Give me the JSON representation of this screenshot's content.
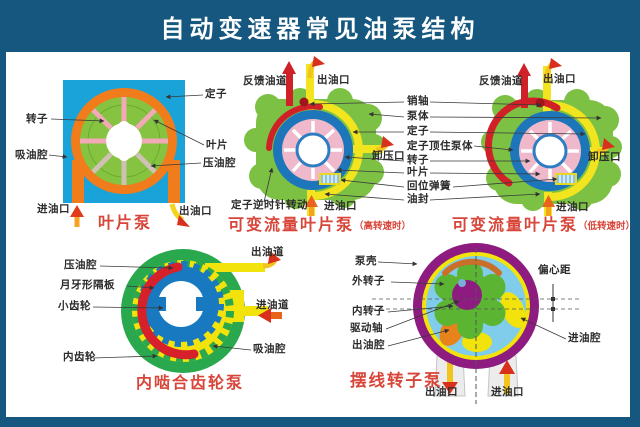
{
  "title": "自动变速器常见油泵结构",
  "colors": {
    "frame_blue": "#15577f",
    "caption_red": "#d8463a",
    "vane_bg_blue": "#1aa3d8",
    "stator_orange": "#f07c1c",
    "rotor_green": "#85c340",
    "body_green": "#7cc143",
    "ring_blue": "#1d76ba",
    "rotor_pink": "#f0b9cb",
    "channel_red": "#cf2127",
    "oil_yellow": "#f2e41f",
    "gear_green": "#2aa84e",
    "gear_blue": "#1879c0",
    "crescent_red": "#d6202a",
    "shell_purple": "#8e1b80",
    "chamber_blue": "#7fcdea",
    "inner_rotor_green": "#5cb532"
  },
  "vane": {
    "caption": "叶片泵",
    "rotor": "转子",
    "suction": "吸油腔",
    "inlet": "进油口",
    "stator": "定子",
    "vane": "叶片",
    "pressure": "压油腔",
    "outlet": "出油口"
  },
  "var_high": {
    "caption": "可变流量叶片泵",
    "note": "（高转速时）",
    "feedback": "反馈油道",
    "outlet": "出油口",
    "relief": "卸压口",
    "stator_rot": "定子逆时针转动",
    "inlet": "进油口"
  },
  "var_low": {
    "caption": "可变流量叶片泵",
    "note": "（低转速时）",
    "feedback": "反馈油道",
    "outlet": "出油口",
    "relief": "卸压口",
    "inlet": "进油口"
  },
  "shared": {
    "pin": "销轴",
    "body": "泵体",
    "stator": "定子",
    "press": "定子顶住泵体",
    "rotor": "转子",
    "vane": "叶片",
    "spring": "回位弹簧",
    "seal": "油封"
  },
  "gear": {
    "caption": "内啮合齿轮泵",
    "pressure": "压油腔",
    "crescent": "月牙形隔板",
    "pinion": "小齿轮",
    "ring": "内齿轮",
    "outlet": "出油道",
    "inlet": "进油道",
    "suction": "吸油腔"
  },
  "gerotor": {
    "caption": "摆线转子泵",
    "shell": "泵壳",
    "outer": "外转子",
    "inner": "内转子",
    "shaft": "驱动轴",
    "out_chamber": "出油腔",
    "ecc": "偏心距",
    "in_chamber": "进油腔",
    "outlet": "出油口",
    "inlet": "进油口"
  }
}
